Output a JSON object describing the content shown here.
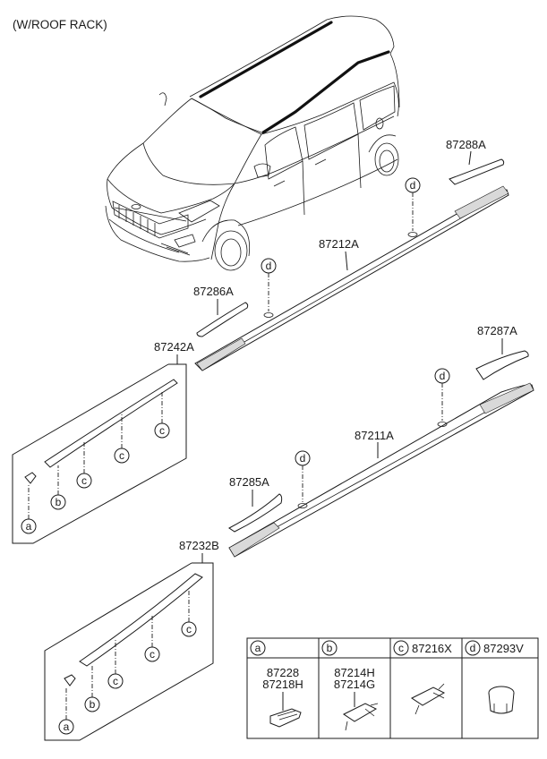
{
  "diagram": {
    "title": "(W/ROOF RACK)",
    "vehicle": "minivan-with-roof-rack",
    "parts": [
      {
        "id": "p87288A",
        "number": "87288A",
        "name": "rear-cover-right"
      },
      {
        "id": "p87212A",
        "number": "87212A",
        "name": "roof-rack-rail-right"
      },
      {
        "id": "p87286A",
        "number": "87286A",
        "name": "front-cover-right"
      },
      {
        "id": "p87242A",
        "number": "87242A",
        "name": "roof-moulding-right"
      },
      {
        "id": "p87287A",
        "number": "87287A",
        "name": "rear-cover-left"
      },
      {
        "id": "p87211A",
        "number": "87211A",
        "name": "roof-rack-rail-left"
      },
      {
        "id": "p87285A",
        "number": "87285A",
        "name": "front-cover-left"
      },
      {
        "id": "p87232B",
        "number": "87232B",
        "name": "roof-moulding-left"
      }
    ],
    "callouts": {
      "a": "a",
      "b": "b",
      "c": "c",
      "d": "d"
    },
    "legend": {
      "columns": [
        {
          "key": "a",
          "part_numbers": [
            "87228",
            "87218H"
          ],
          "header_number": ""
        },
        {
          "key": "b",
          "part_numbers": [
            "87214H",
            "87214G"
          ],
          "header_number": ""
        },
        {
          "key": "c",
          "part_numbers": [],
          "header_number": "87216X"
        },
        {
          "key": "d",
          "part_numbers": [],
          "header_number": "87293V"
        }
      ]
    }
  }
}
